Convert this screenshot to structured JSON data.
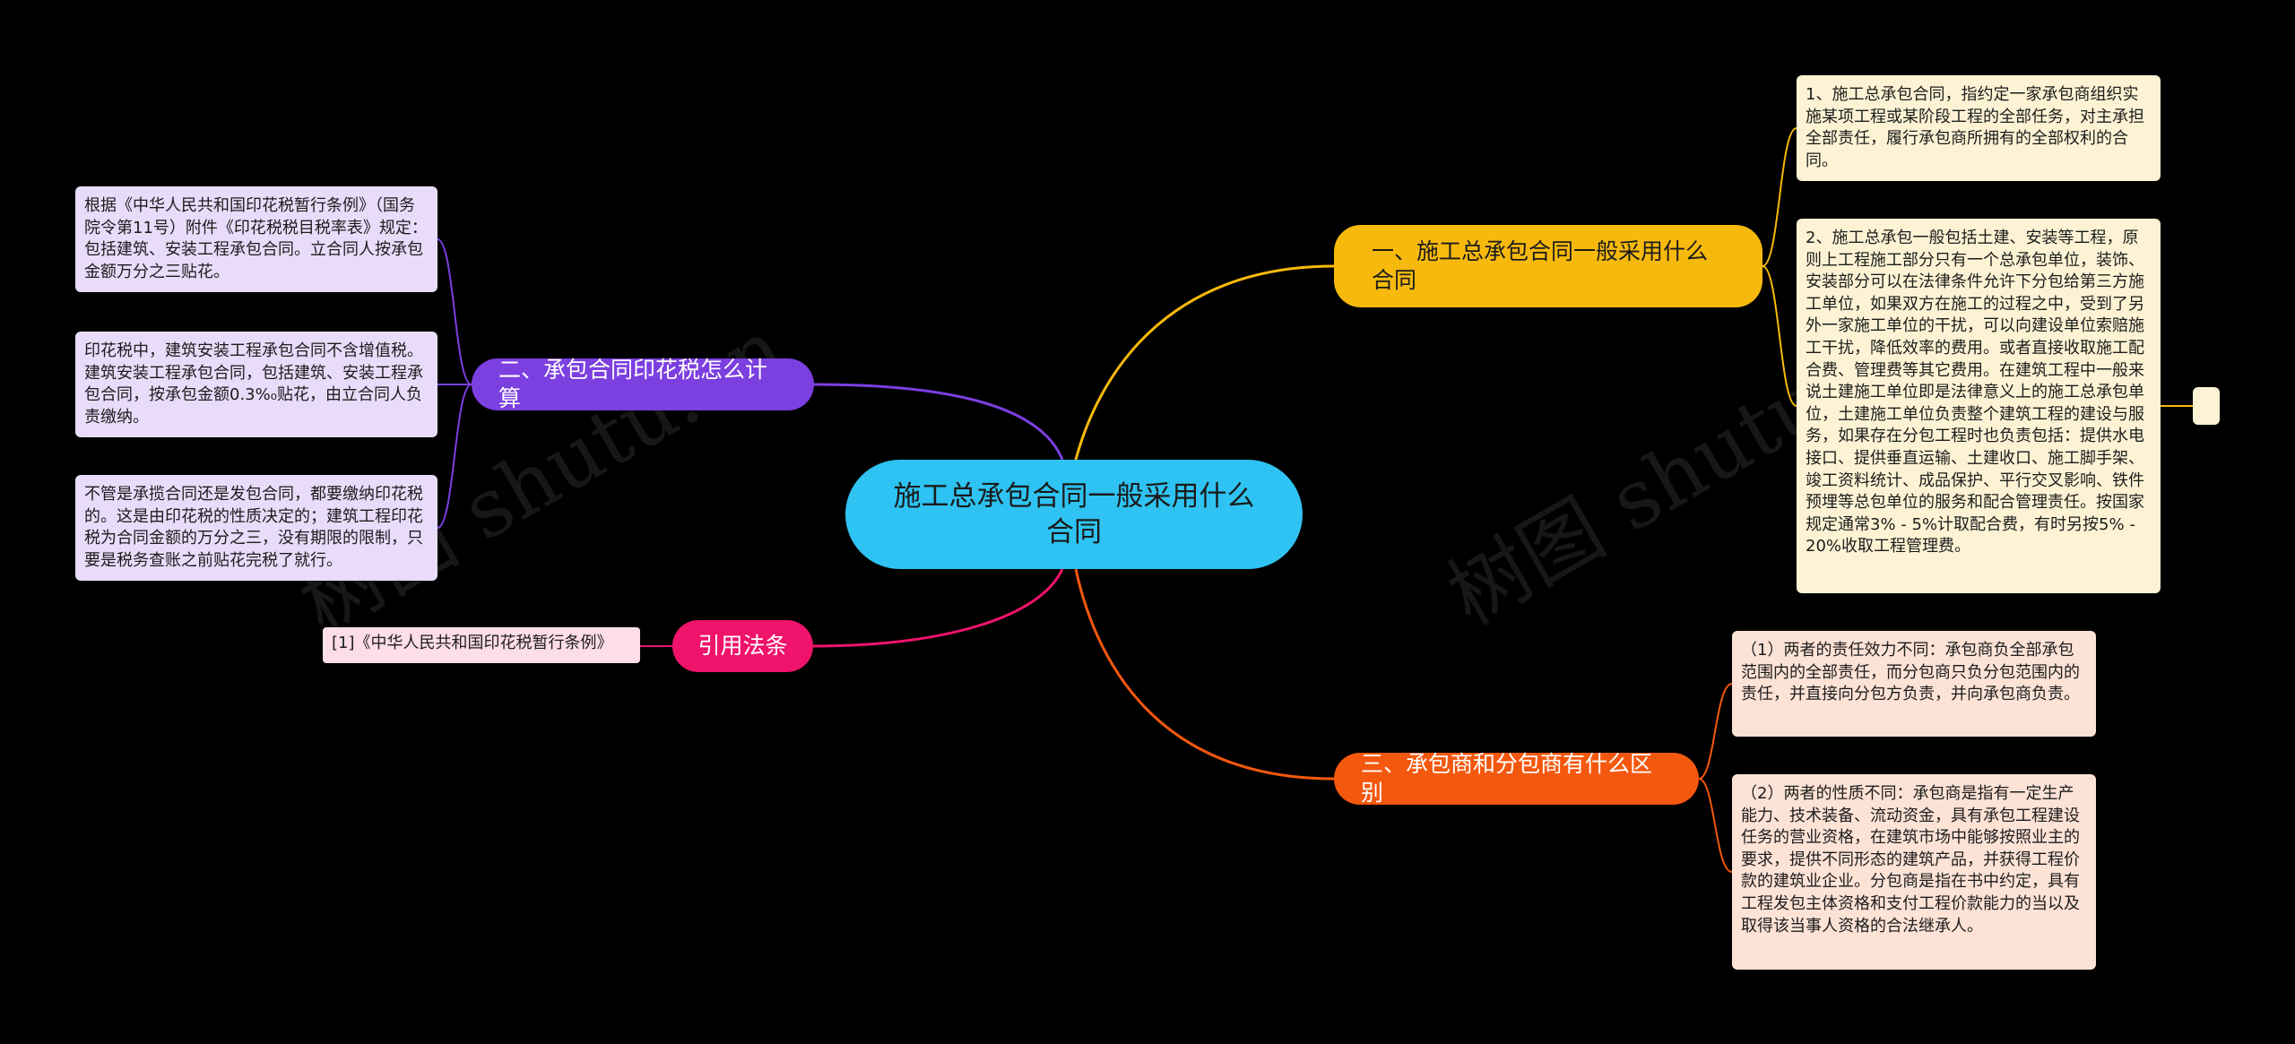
{
  "root": {
    "title": "施工总承包合同一般采用什么合同"
  },
  "branches": [
    {
      "label": "一、施工总承包合同一般采用什么合同",
      "color": "#f7b90c"
    },
    {
      "label": "二、承包合同印花税怎么计算",
      "color": "#7c3fe0"
    },
    {
      "label": "引用法条",
      "color": "#f0136c"
    },
    {
      "label": "三、承包商和分包商有什么区别",
      "color": "#f4580e"
    }
  ],
  "leaves": {
    "b1_l1": "1、施工总承包合同，指约定一家承包商组织实施某项工程或某阶段工程的全部任务，对主承担全部责任，履行承包商所拥有的全部权利的合同。",
    "b1_l2": "2、施工总承包一般包括土建、安装等工程，原则上工程施工部分只有一个总承包单位，装饰、安装部分可以在法律条件允许下分包给第三方施工单位，如果双方在施工的过程之中，受到了另外一家施工单位的干扰，可以向建设单位索赔施工干扰，降低效率的费用。或者直接收取施工配合费、管理费等其它费用。在建筑工程中一般来说土建施工单位即是法律意义上的施工总承包单位，土建施工单位负责整个建筑工程的建设与服务，如果存在分包工程时也负责包括：提供水电接口、提供垂直运输、土建收口、施工脚手架、竣工资料统计、成品保护、平行交叉影响、铁件预埋等总包单位的服务和配合管理责任。按国家规定通常3% - 5%计取配合费，有时另按5% - 20%收取工程管理费。",
    "b2_l1": "根据《中华人民共和国印花税暂行条例》（国务院令第11号）附件《印花税税目税率表》规定：包括建筑、安装工程承包合同。立合同人按承包金额万分之三贴花。",
    "b2_l2": "印花税中，建筑安装工程承包合同不含增值税。建筑安装工程承包合同，包括建筑、安装工程承包合同，按承包金额0.3%₀贴花，由立合同人负责缴纳。",
    "b2_l3": "不管是承揽合同还是发包合同，都要缴纳印花税的。这是由印花税的性质决定的；建筑工程印花税为合同金额的万分之三，没有期限的限制，只要是税务查账之前贴花完税了就行。",
    "b3_l1": "[1]《中华人民共和国印花税暂行条例》",
    "b4_l1": "（1）两者的责任效力不同：承包商负全部承包范围内的全部责任，而分包商只负分包范围内的责任，并直接向分包方负责，并向承包商负责。",
    "b4_l2": "（2）两者的性质不同：承包商是指有一定生产能力、技术装备、流动资金，具有承包工程建设任务的营业资格，在建筑市场中能够按照业主的要求，提供不同形态的建筑产品，并获得工程价款的建筑业企业。分包商是指在书中约定，具有工程发包主体资格和支付工程价款能力的当以及取得该当事人资格的合法继承人。"
  },
  "watermark": "树图 shutu.cn",
  "colors": {
    "background": "#000000",
    "root": "#2ec3f2",
    "leaf_yellow": "#fdf3d4",
    "leaf_purple": "#e9dcfa",
    "leaf_pink": "#fddde7",
    "leaf_orange": "#fde2d6"
  }
}
